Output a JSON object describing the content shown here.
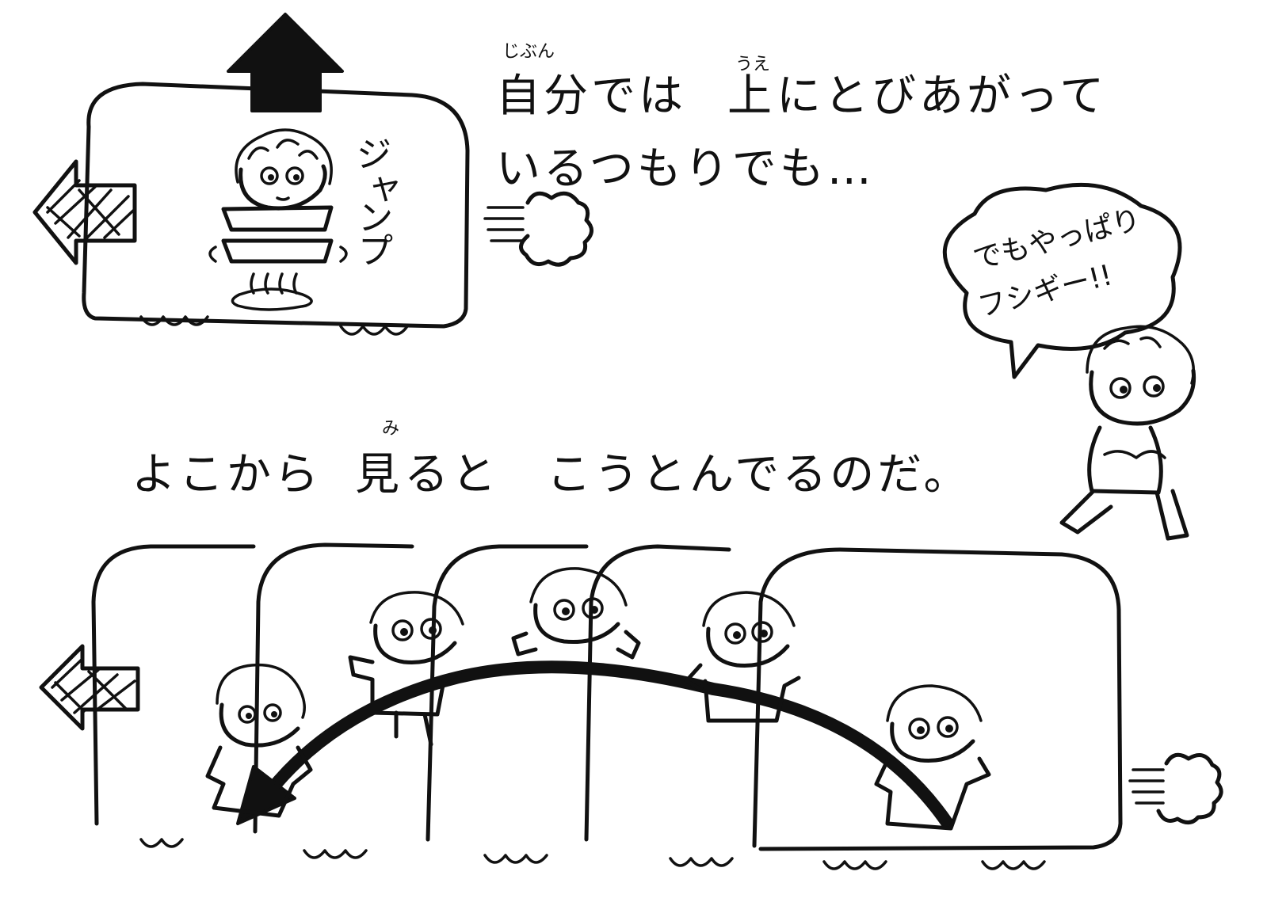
{
  "caption_top": {
    "line1_part1": "自分では",
    "line1_kanji": "上",
    "line1_part2": "にとびあがって",
    "line2": "いるつもりでも…",
    "ruby_jibun": "じぶん",
    "ruby_ue": "うえ"
  },
  "sfx_jump": [
    "ジ",
    "ャ",
    "ン",
    "プ"
  ],
  "speech_bubble": {
    "line1": "でもやっぱり",
    "line2": "フシギー!!"
  },
  "caption_bottom": {
    "part1": "よこから",
    "kanji": "見",
    "part2": "ると　こうとんでるのだ。",
    "ruby_mi": "み"
  },
  "colors": {
    "ink": "#111111",
    "paper": "#ffffff"
  }
}
